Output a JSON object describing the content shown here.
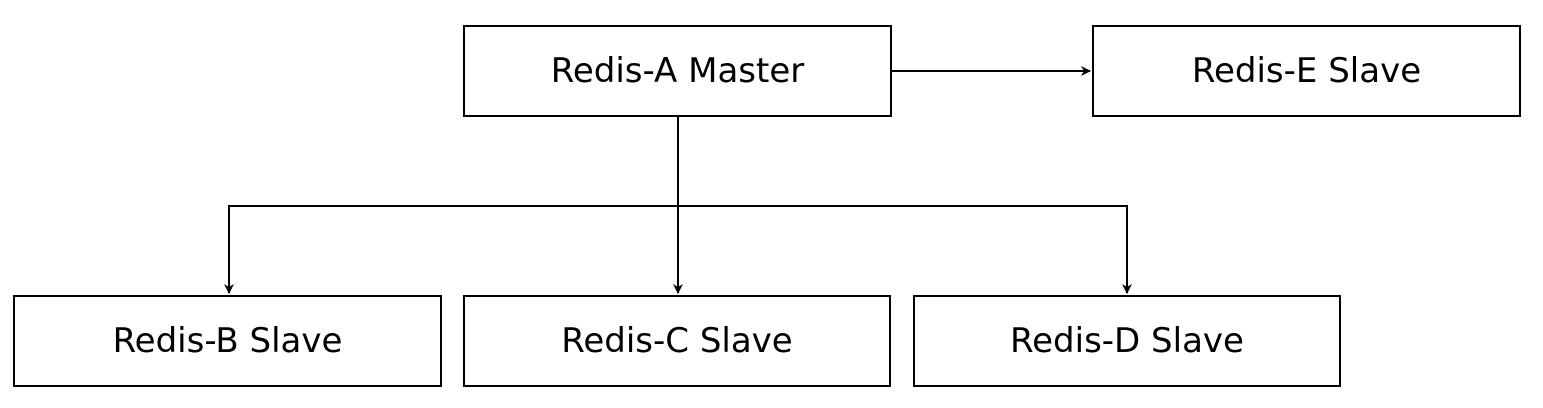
{
  "diagram": {
    "nodes": {
      "a": {
        "label": "Redis-A Master"
      },
      "b": {
        "label": "Redis-B Slave"
      },
      "c": {
        "label": "Redis-C Slave"
      },
      "d": {
        "label": "Redis-D Slave"
      },
      "e": {
        "label": "Redis-E Slave"
      }
    },
    "edges": [
      {
        "from": "Redis-A Master",
        "to": "Redis-E Slave"
      },
      {
        "from": "Redis-A Master",
        "to": "Redis-B Slave"
      },
      {
        "from": "Redis-A Master",
        "to": "Redis-C Slave"
      },
      {
        "from": "Redis-A Master",
        "to": "Redis-D Slave"
      }
    ],
    "colors": {
      "stroke": "#000000",
      "background": "#ffffff",
      "text": "#000000"
    }
  }
}
